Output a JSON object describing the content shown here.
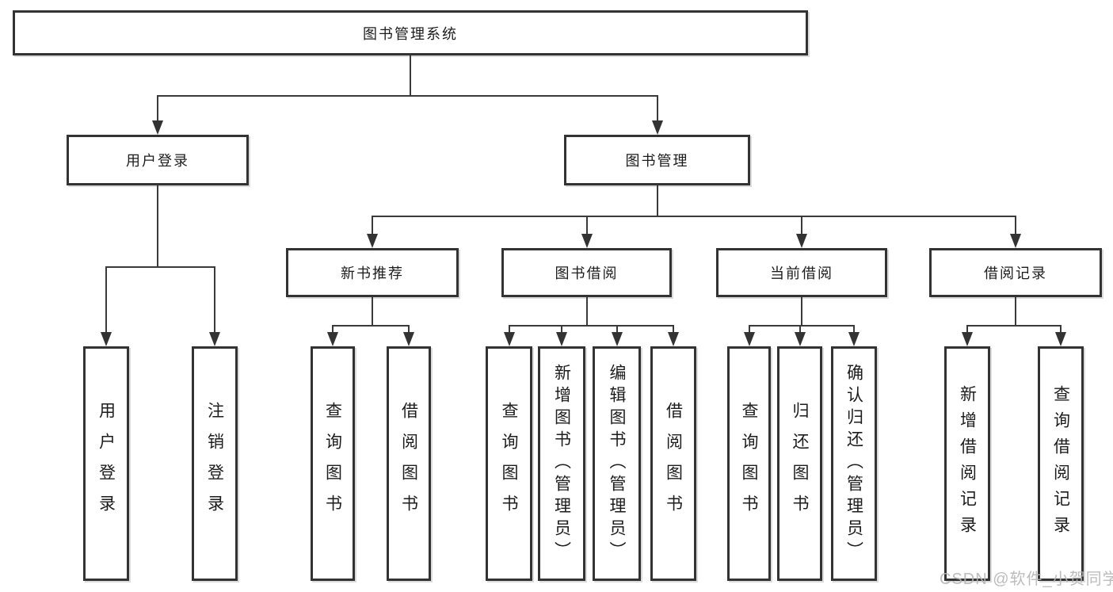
{
  "diagram_title": "图书管理系统",
  "nodes": {
    "root": "图书管理系统",
    "userLogin": "用户登录",
    "bookMgmt": "图书管理",
    "newBookRec": "新书推荐",
    "bookBorrow": "图书借阅",
    "currentBorrow": "当前借阅",
    "borrowRecord": "借阅记录",
    "u1": "用户登录",
    "u2": "注销登录",
    "n1": "查询图书",
    "n2": "借阅图书",
    "b1": "查询图书",
    "b2": "新增图书（管理员）",
    "b3": "编辑图书（管理员）",
    "b4": "借阅图书",
    "c1": "查询图书",
    "c2": "归还图书",
    "c3": "确认归还（管理员）",
    "r1": "新增借阅记录",
    "r2": "查询借阅记录"
  },
  "tree": {
    "label": "图书管理系统",
    "children": [
      {
        "label": "用户登录",
        "children": [
          {
            "label": "用户登录"
          },
          {
            "label": "注销登录"
          }
        ]
      },
      {
        "label": "图书管理",
        "children": [
          {
            "label": "新书推荐",
            "children": [
              {
                "label": "查询图书"
              },
              {
                "label": "借阅图书"
              }
            ]
          },
          {
            "label": "图书借阅",
            "children": [
              {
                "label": "查询图书"
              },
              {
                "label": "新增图书（管理员）"
              },
              {
                "label": "编辑图书（管理员）"
              },
              {
                "label": "借阅图书"
              }
            ]
          },
          {
            "label": "当前借阅",
            "children": [
              {
                "label": "查询图书"
              },
              {
                "label": "归还图书"
              },
              {
                "label": "确认归还（管理员）"
              }
            ]
          },
          {
            "label": "借阅记录",
            "children": [
              {
                "label": "新增借阅记录"
              },
              {
                "label": "查询借阅记录"
              }
            ]
          }
        ]
      }
    ]
  },
  "watermark": {
    "text": "CSDN @软件_小贺同学",
    "color": "#b5b5b5"
  },
  "colors": {
    "background": "#ffffff",
    "box_border": "#333333",
    "line": "#3a3a3a",
    "text": "#1c1c1c"
  }
}
